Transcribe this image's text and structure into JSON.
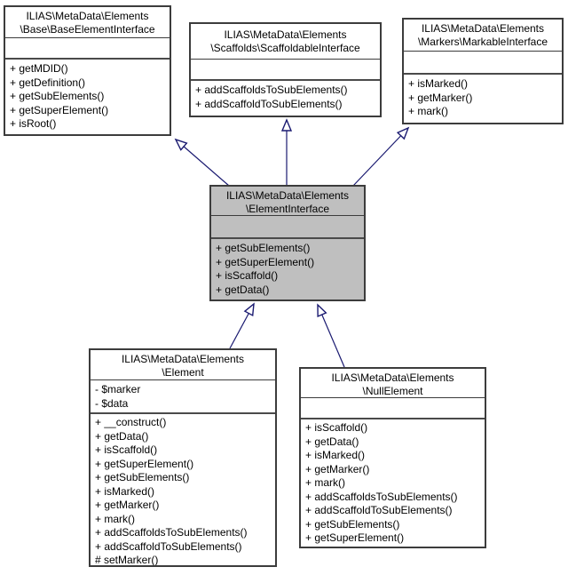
{
  "diagram": {
    "type": "uml-class-inheritance",
    "background_color": "#ffffff",
    "arrow_color": "#191970",
    "highlight_fill": "#bfbfbf",
    "box_fill": "#ffffff",
    "classes": [
      {
        "id": "base-element-interface",
        "title_lines": [
          "ILIAS\\MetaData\\Elements",
          "\\Base\\BaseElementInterface"
        ],
        "attributes": [],
        "methods": [
          "+ getMDID()",
          "+ getDefinition()",
          "+ getSubElements()",
          "+ getSuperElement()",
          "+ isRoot()"
        ],
        "highlighted": false
      },
      {
        "id": "scaffoldable-interface",
        "title_lines": [
          "ILIAS\\MetaData\\Elements",
          "\\Scaffolds\\ScaffoldableInterface"
        ],
        "attributes": [],
        "methods": [
          "+ addScaffoldsToSubElements()",
          "+ addScaffoldToSubElements()"
        ],
        "highlighted": false
      },
      {
        "id": "markable-interface",
        "title_lines": [
          "ILIAS\\MetaData\\Elements",
          "\\Markers\\MarkableInterface"
        ],
        "attributes": [],
        "methods": [
          "+ isMarked()",
          "+ getMarker()",
          "+ mark()"
        ],
        "highlighted": false
      },
      {
        "id": "element-interface",
        "title_lines": [
          "ILIAS\\MetaData\\Elements",
          "\\ElementInterface"
        ],
        "attributes": [],
        "methods": [
          "+ getSubElements()",
          "+ getSuperElement()",
          "+ isScaffold()",
          "+ getData()"
        ],
        "highlighted": true
      },
      {
        "id": "element",
        "title_lines": [
          "ILIAS\\MetaData\\Elements",
          "\\Element"
        ],
        "attributes": [
          "- $marker",
          "- $data"
        ],
        "methods": [
          "+ __construct()",
          "+ getData()",
          "+ isScaffold()",
          "+ getSuperElement()",
          "+ getSubElements()",
          "+ isMarked()",
          "+ getMarker()",
          "+ mark()",
          "+ addScaffoldsToSubElements()",
          "+ addScaffoldToSubElements()",
          "# setMarker()"
        ],
        "highlighted": false
      },
      {
        "id": "null-element",
        "title_lines": [
          "ILIAS\\MetaData\\Elements",
          "\\NullElement"
        ],
        "attributes": [],
        "methods": [
          "+ isScaffold()",
          "+ getData()",
          "+ isMarked()",
          "+ getMarker()",
          "+ mark()",
          "+ addScaffoldsToSubElements()",
          "+ addScaffoldToSubElements()",
          "+ getSubElements()",
          "+ getSuperElement()"
        ],
        "highlighted": false
      }
    ],
    "relations": [
      {
        "from": "element-interface",
        "to": "base-element-interface",
        "type": "inheritance"
      },
      {
        "from": "element-interface",
        "to": "scaffoldable-interface",
        "type": "inheritance"
      },
      {
        "from": "element-interface",
        "to": "markable-interface",
        "type": "inheritance"
      },
      {
        "from": "element",
        "to": "element-interface",
        "type": "inheritance"
      },
      {
        "from": "null-element",
        "to": "element-interface",
        "type": "inheritance"
      }
    ]
  }
}
